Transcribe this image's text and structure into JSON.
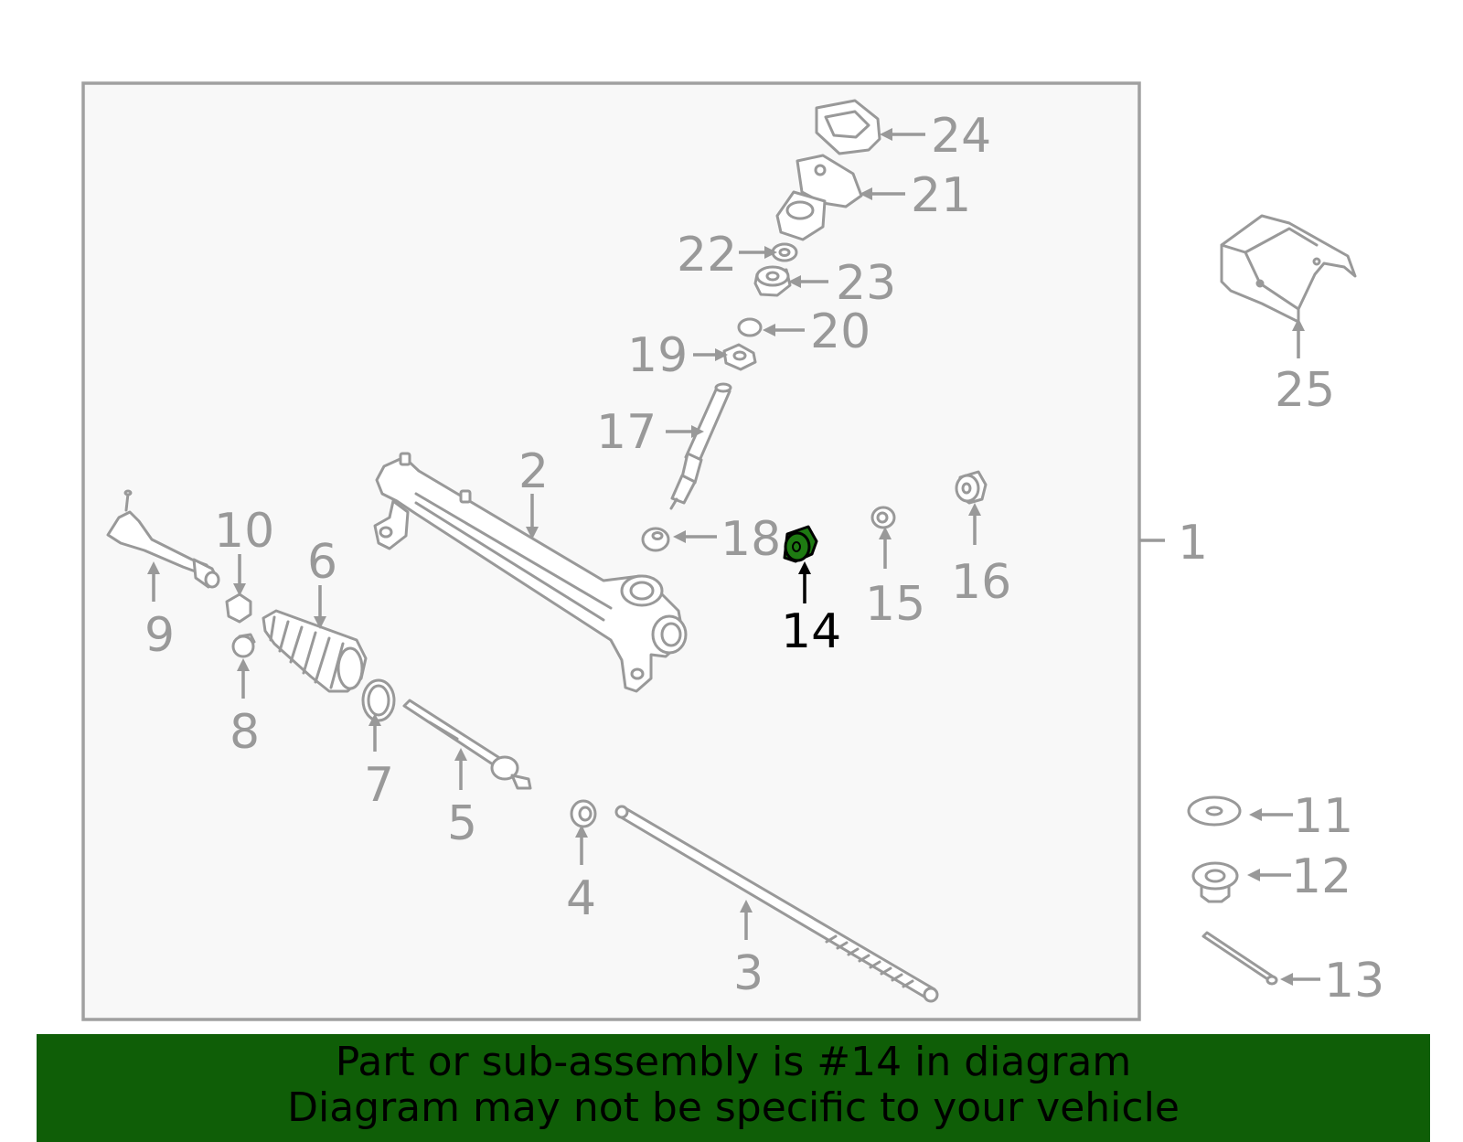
{
  "diagram": {
    "highlight_part": "14",
    "highlight_color": "#1e7a12",
    "callouts": [
      {
        "id": "1",
        "label": "1"
      },
      {
        "id": "2",
        "label": "2"
      },
      {
        "id": "3",
        "label": "3"
      },
      {
        "id": "4",
        "label": "4"
      },
      {
        "id": "5",
        "label": "5"
      },
      {
        "id": "6",
        "label": "6"
      },
      {
        "id": "7",
        "label": "7"
      },
      {
        "id": "8",
        "label": "8"
      },
      {
        "id": "9",
        "label": "9"
      },
      {
        "id": "10",
        "label": "10"
      },
      {
        "id": "11",
        "label": "11"
      },
      {
        "id": "12",
        "label": "12"
      },
      {
        "id": "13",
        "label": "13"
      },
      {
        "id": "14",
        "label": "14"
      },
      {
        "id": "15",
        "label": "15"
      },
      {
        "id": "16",
        "label": "16"
      },
      {
        "id": "17",
        "label": "17"
      },
      {
        "id": "18",
        "label": "18"
      },
      {
        "id": "19",
        "label": "19"
      },
      {
        "id": "20",
        "label": "20"
      },
      {
        "id": "21",
        "label": "21"
      },
      {
        "id": "22",
        "label": "22"
      },
      {
        "id": "23",
        "label": "23"
      },
      {
        "id": "24",
        "label": "24"
      },
      {
        "id": "25",
        "label": "25"
      }
    ]
  },
  "banner": {
    "line1": "Part or sub-assembly is #14 in diagram",
    "line2": "Diagram may not be specific to your vehicle",
    "background_color": "#0f5e07"
  }
}
